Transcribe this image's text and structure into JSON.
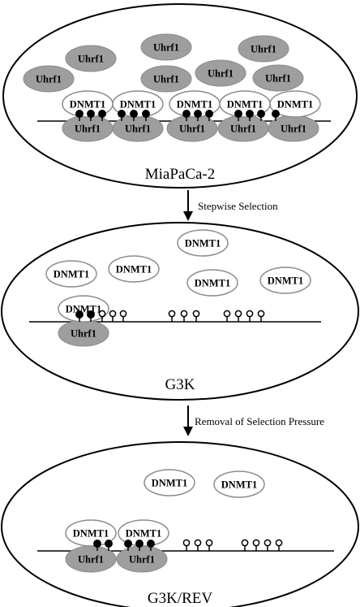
{
  "protein_labels": {
    "uhrf1": "Uhrf1",
    "dnmt1": "DNMT1"
  },
  "cells": [
    {
      "name": "MiaPaCa-2"
    },
    {
      "name": "G3K"
    },
    {
      "name": "G3K/REV"
    }
  ],
  "transitions": [
    {
      "label": "Stepwise Selection"
    },
    {
      "label": "Removal of Selection Pressure"
    }
  ],
  "colors": {
    "uhrf1_fill": "#9e9e9e",
    "dnmt1_fill": "#ffffff",
    "dnmt1_outline": "#8c8c8c",
    "line": "#000000"
  }
}
